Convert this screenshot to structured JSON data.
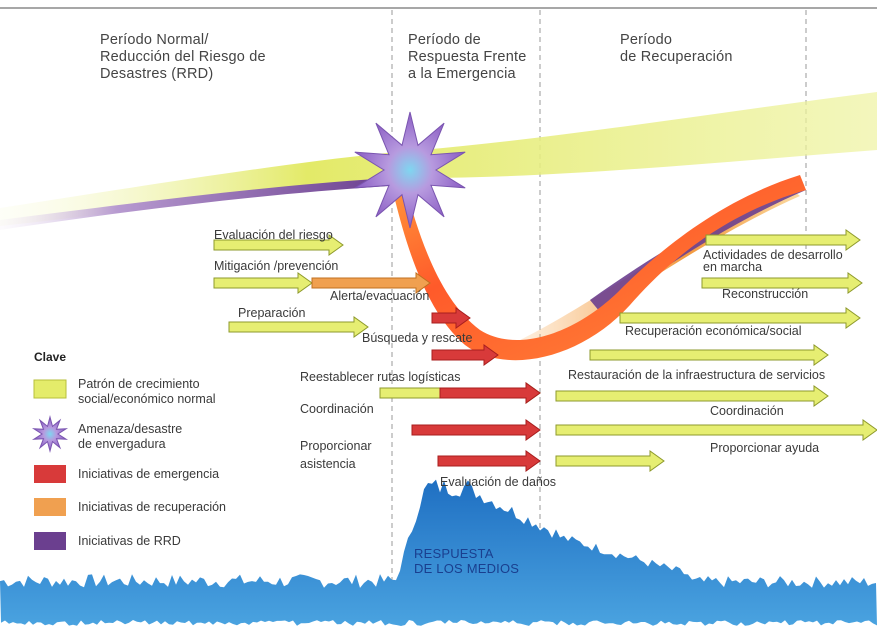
{
  "phases": {
    "normal": "Período Normal/\nReducción del Riesgo de\nDesastres (RRD)",
    "response": "Período de\nRespuesta Frente\na la Emergencia",
    "recovery": "Período\nde Recuperación"
  },
  "left_arrows": {
    "risk_assessment": "Evaluación del riesgo",
    "mitigation": "Mitigación /prevención",
    "preparation": "Preparación"
  },
  "emergency_labels": {
    "alert": "Alerta/evacuación",
    "search": "Búsqueda y rescate",
    "routes": "Reestablecer rutas logísticas",
    "coordination": "Coordinación",
    "assistance": "Proporcionar\nasistencia",
    "damage": "Evaluación de daños"
  },
  "recovery_labels": {
    "development": "Actividades de desarrollo\nen marcha",
    "reconstruction": "Reconstrucción",
    "economic": "Recuperación económica/social",
    "infrastructure": "Restauración de la infraestructura de servicios",
    "coordination": "Coordinación",
    "aid": "Proporcionar ayuda"
  },
  "media": "RESPUESTA\nDE LOS MEDIOS",
  "key": {
    "title": "Clave",
    "items": [
      {
        "label": "Patrón de crecimiento\nsocial/económico normal",
        "swatch": "yellow"
      },
      {
        "label": "Amenaza/desastre\nde envergadura",
        "swatch": "star"
      },
      {
        "label": "Iniciativas de emergencia",
        "swatch": "red"
      },
      {
        "label": "Iniciativas de recuperación",
        "swatch": "orange"
      },
      {
        "label": "Iniciativas de RRD",
        "swatch": "purple"
      }
    ]
  },
  "colors": {
    "growth": "#e8ef78",
    "emergency": "#d83a3a",
    "recovery": "#f0a050",
    "rrd": "#6b3f8f",
    "hazard": "#9a7fc9",
    "media": "#2a78c8"
  }
}
